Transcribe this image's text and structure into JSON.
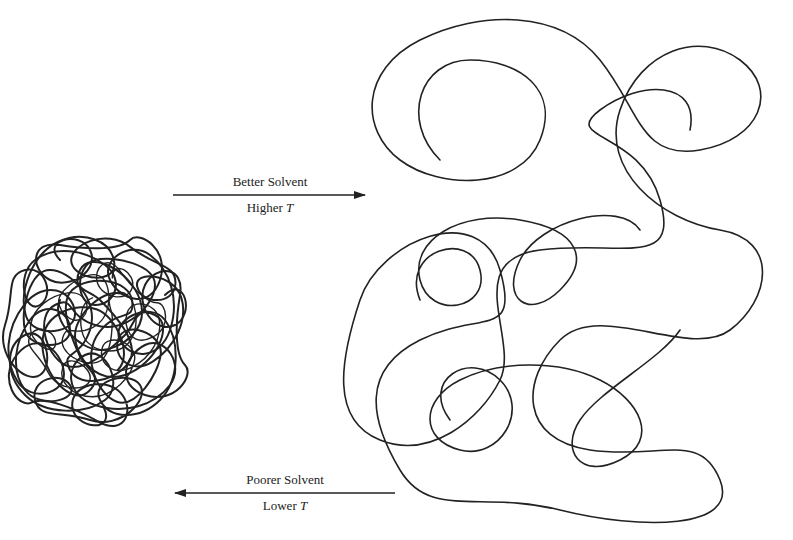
{
  "diagram": {
    "labels": [
      "Better Solvent",
      "Higher T",
      "Poorer Solvent",
      "Lower T"
    ]
  }
}
